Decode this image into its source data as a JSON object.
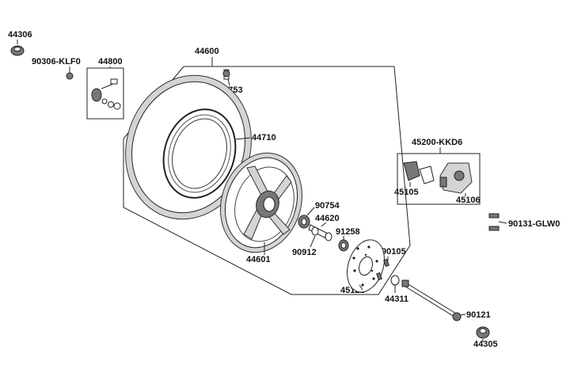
{
  "diagram": {
    "background": "#ffffff",
    "line_color": "#222222",
    "part_numbers": {
      "p44306": "44306",
      "p90306": "90306-KLF0",
      "p44800": "44800",
      "p44600": "44600",
      "p42753": "42753",
      "p44710": "44710",
      "p90754": "90754",
      "p44620": "44620",
      "p91258": "91258",
      "p90912": "90912",
      "p44601": "44601",
      "p90105": "90105",
      "p45121": "45121",
      "p44311": "44311",
      "p45200": "45200-KKD6",
      "p45105": "45105",
      "p45106": "45106",
      "p90131": "90131-GLW0",
      "p90121": "90121",
      "p44305": "44305"
    }
  }
}
